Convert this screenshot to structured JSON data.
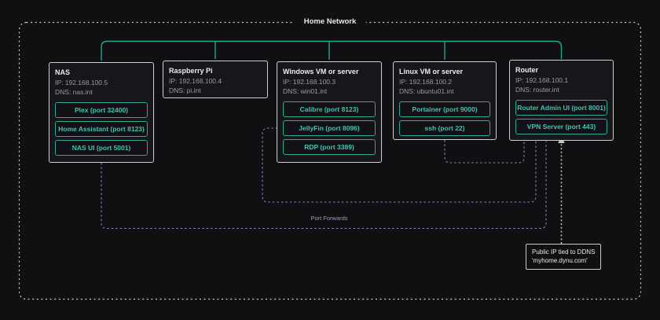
{
  "diagram_title": "Home Network",
  "port_forwards_label": "Port Forwards",
  "ddns_note": {
    "line1": "Public IP tied to DDNS",
    "line2": "'myhome.dynu.com'"
  },
  "devices": [
    {
      "name": "NAS",
      "ip": "IP: 192.168.100.5",
      "dns": "DNS: nas.int",
      "services": [
        "Plex (port 32400)",
        "Home Assistant (port 8123)",
        "NAS UI (port 5001)"
      ]
    },
    {
      "name": "Raspberry Pi",
      "ip": "IP: 192.168.100.4",
      "dns": "DNS: pi.int",
      "services": []
    },
    {
      "name": "Windows VM or server",
      "ip": "IP: 192.168.100.3",
      "dns": "DNS: win01.int",
      "services": [
        "Calibre (port 8123)",
        "JellyFin (port 8096)",
        "RDP (port 3389)"
      ]
    },
    {
      "name": "Linux VM or server",
      "ip": "IP: 192.168.100.2",
      "dns": "DNS: ubuntu01.int",
      "services": [
        "Portainer (port 9000)",
        "ssh (port 22)"
      ]
    },
    {
      "name": "Router",
      "ip": "IP: 192.168.100.1",
      "dns": "DNS: router.int",
      "services": [
        "Router Admin UI (port 8001)",
        "VPN Server (port 443)"
      ]
    }
  ],
  "colors": {
    "background": "#101013",
    "box_background": "#17171b",
    "box_border": "#d0d0d3",
    "lan_line_teal": "#27a391",
    "service_border_teal": "#2fa897",
    "service_text_teal": "#46c2b1",
    "meta_text_gray": "#9b9ba2",
    "port_forward_lavender": "#8787c2",
    "ddns_line_gray": "#bababa"
  }
}
